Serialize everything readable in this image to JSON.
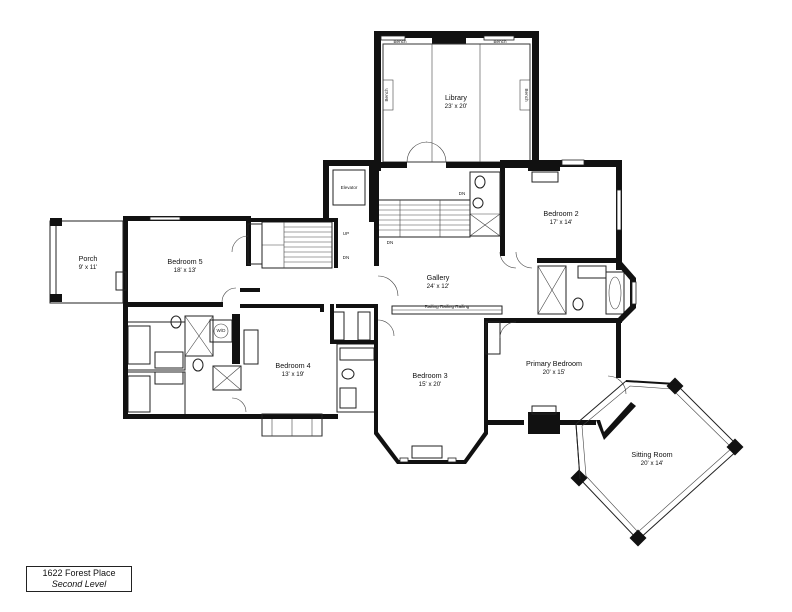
{
  "rooms": {
    "library": {
      "name": "Library",
      "dims": "23' x 20'"
    },
    "bedroom2": {
      "name": "Bedroom 2",
      "dims": "17' x 14'"
    },
    "bedroom5": {
      "name": "Bedroom 5",
      "dims": "18' x 13'"
    },
    "porch": {
      "name": "Porch",
      "dims": "9' x 11'"
    },
    "gallery": {
      "name": "Gallery",
      "dims": "24' x 12'"
    },
    "bedroom4": {
      "name": "Bedroom 4",
      "dims": "13' x 19'"
    },
    "bedroom3": {
      "name": "Bedroom 3",
      "dims": "15' x 20'"
    },
    "primary": {
      "name": "Primary Bedroom",
      "dims": "20' x 15'"
    },
    "sitting": {
      "name": "Sitting Room",
      "dims": "20' x 14'"
    }
  },
  "fixtures": {
    "bench_left": "Bench",
    "bench_right": "Bench",
    "bench_side_left": "Bench",
    "bench_side_right": "Bench",
    "elevator": "Elevator",
    "stairs_up": "UP",
    "stairs_dn": "DN",
    "dn_gallery": "DN",
    "dn_bed2": "DN",
    "wd": "W/D",
    "railing": "Railing   Railing   Railing"
  },
  "caption": {
    "address": "1622 Forest Place",
    "level": "Second Level"
  }
}
